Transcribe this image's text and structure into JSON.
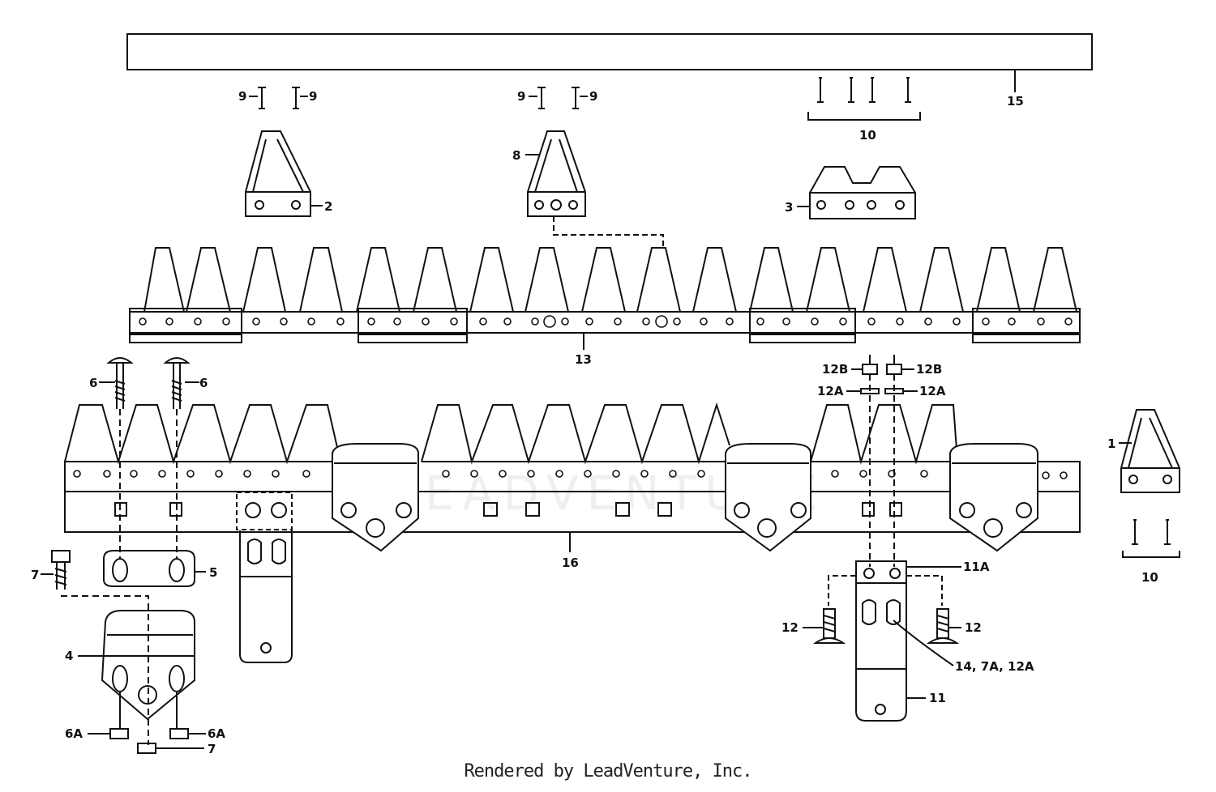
{
  "diagram": {
    "callouts": {
      "c9a": "9",
      "c9b": "9",
      "c9c": "9",
      "c9d": "9",
      "c10a": "10",
      "c10b": "10",
      "c15": "15",
      "c2": "2",
      "c8": "8",
      "c3": "3",
      "c13": "13",
      "c6a": "6",
      "c6b": "6",
      "c12Ba": "12B",
      "c12Bb": "12B",
      "c12Aa": "12A",
      "c12Ab": "12A",
      "c1": "1",
      "c7a": "7",
      "c5": "5",
      "c16": "16",
      "c4": "4",
      "c6Aa": "6A",
      "c6Ab": "6A",
      "c7b": "7",
      "c11A": "11A",
      "c12a": "12",
      "c12b": "12",
      "c14": "14, 7A, 12A",
      "c11": "11"
    },
    "watermark": "LEADVENTURE",
    "footer": "Rendered by LeadVenture, Inc."
  }
}
